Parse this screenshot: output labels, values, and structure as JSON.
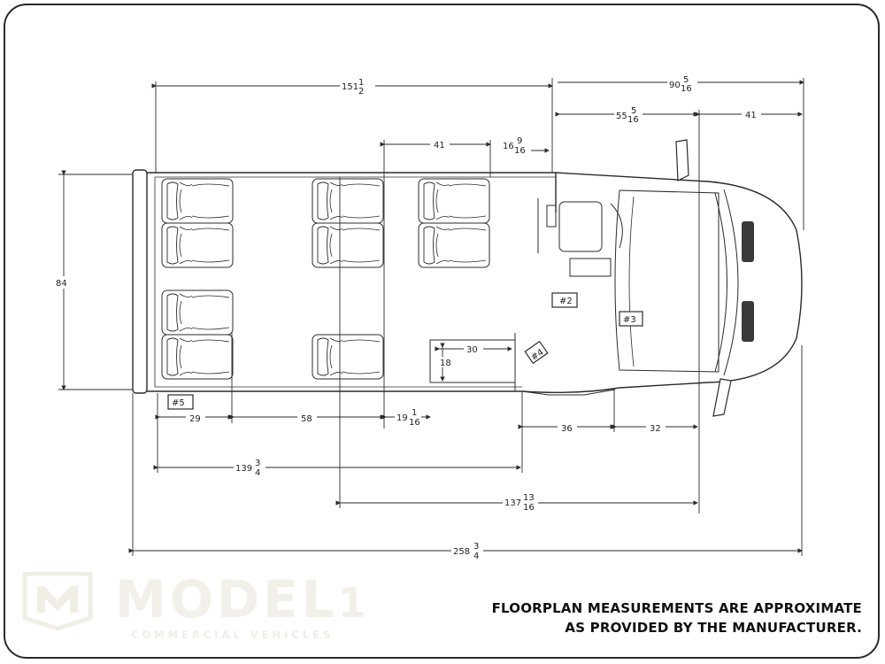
{
  "dimensions": {
    "overall_length": "258",
    "overall_length_frac": [
      "3",
      "4"
    ],
    "body_length": "151",
    "body_length_frac": [
      "1",
      "2"
    ],
    "front_overhang": "90",
    "front_overhang_frac": [
      "5",
      "16"
    ],
    "cab_section": "55",
    "cab_section_frac": [
      "5",
      "16"
    ],
    "front_41": "41",
    "seat_row_41": "41",
    "aisle_16": "16",
    "aisle_16_frac": [
      "9",
      "16"
    ],
    "width_84": "84",
    "rear_29": "29",
    "span_58": "58",
    "span_19": "19",
    "span_19_frac": [
      "1",
      "16"
    ],
    "span_36": "36",
    "span_32": "32",
    "span_139": "139",
    "span_139_frac": [
      "3",
      "4"
    ],
    "span_137": "137",
    "span_137_frac": [
      "13",
      "16"
    ],
    "lift_30": "30",
    "lift_18": "18"
  },
  "positions_labels": {
    "p2": "#2",
    "p3": "#3",
    "p4": "#4",
    "p5": "#5"
  },
  "notice": {
    "line1": "FLOORPLAN MEASUREMENTS ARE APPROXIMATE",
    "line2": "AS PROVIDED BY THE MANUFACTURER."
  },
  "logo": {
    "mark": "M",
    "word": "MODEL",
    "numeral": "1",
    "sub": "COMMERCIAL VEHICLES"
  },
  "colors": {
    "line": "#2b2b2b",
    "watermark": "#efede3",
    "frame": "#2a2a2a"
  }
}
